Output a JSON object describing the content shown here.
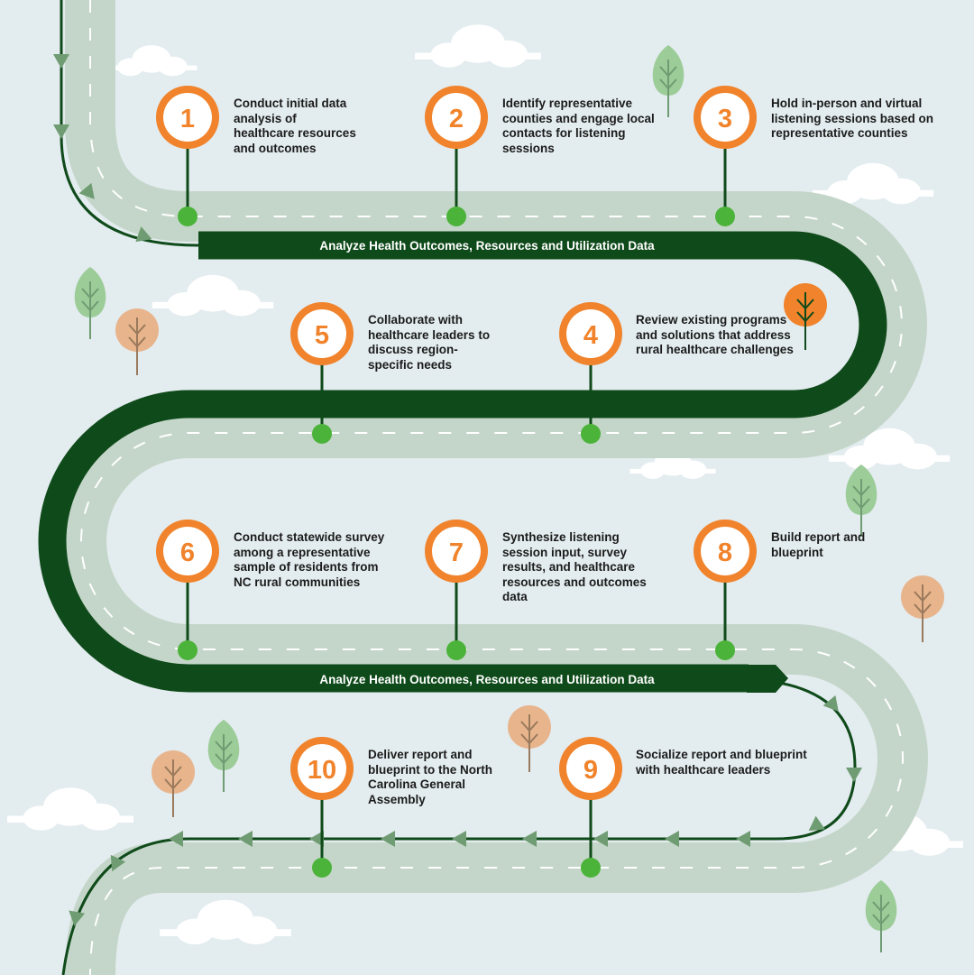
{
  "colors": {
    "background": "#e3ecef",
    "road": "#c4d6c9",
    "road_dash": "#ffffff",
    "dark_green": "#0f4a1a",
    "bright_green": "#4bb33a",
    "orange": "#f0832b",
    "tree_green": "#9ccc98",
    "tree_orange": "#e8b48c",
    "cloud": "#ffffff"
  },
  "bands": [
    "Analyze Health Outcomes, Resources and Utilization Data",
    "Analyze Health Outcomes, Resources and Utilization Data"
  ],
  "steps": [
    {
      "number": "1",
      "text": "Conduct initial data analysis of healthcare resources and outcomes"
    },
    {
      "number": "2",
      "text": "Identify representative counties and engage local contacts for listening sessions"
    },
    {
      "number": "3",
      "text": "Hold in-person and virtual listening sessions based on representative counties"
    },
    {
      "number": "4",
      "text": "Review existing programs and solutions that address rural healthcare challenges"
    },
    {
      "number": "5",
      "text": "Collaborate with healthcare leaders to discuss region-specific needs"
    },
    {
      "number": "6",
      "text": "Conduct statewide survey among a representative sample of residents from NC rural communities"
    },
    {
      "number": "7",
      "text": "Synthesize listening session input, survey results, and healthcare resources and outcomes data"
    },
    {
      "number": "8",
      "text": "Build report and blueprint"
    },
    {
      "number": "9",
      "text": "Socialize report and blueprint with healthcare leaders"
    },
    {
      "number": "10",
      "text": "Deliver report and blueprint to the North Carolina General Assembly"
    }
  ],
  "icons": {
    "tree": "tree-icon",
    "cloud": "cloud-icon",
    "arrow": "arrow-icon"
  }
}
